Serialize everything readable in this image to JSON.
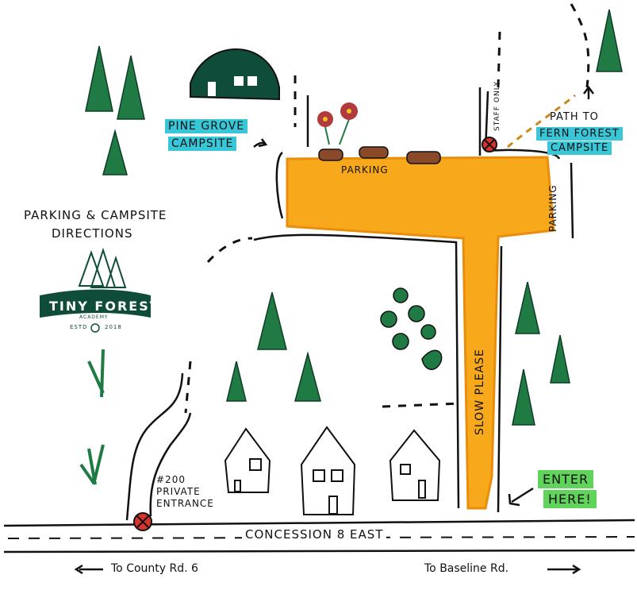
{
  "map": {
    "title_line1": "PARKING & CAMPSITE",
    "title_line2": "DIRECTIONS",
    "logo": {
      "name": "TINY FOREST",
      "sub": "ACADEMY",
      "est": "ESTD",
      "year": "2018"
    },
    "labels": {
      "pine_grove_1": "PINE GROVE",
      "pine_grove_2": "CAMPSITE",
      "fern_path_1": "PATH TO",
      "fern_path_2": "FERN FOREST",
      "fern_path_3": "CAMPSITE",
      "staff_only": "STAFF ONLY",
      "parking_top": "PARKING",
      "parking_right": "PARKING",
      "slow_please": "SLOW PLEASE",
      "private_1": "#200",
      "private_2": "PRIVATE",
      "private_3": "ENTRANCE",
      "enter_1": "ENTER",
      "enter_2": "HERE!",
      "road": "CONCESSION 8 EAST",
      "to_county": "To County Rd. 6",
      "to_baseline": "To Baseline Rd."
    },
    "colors": {
      "road_fill": "#f7a81b",
      "pine": "#1f7a44",
      "dark_green": "#0f4d3a",
      "highlight_blue": "#39c7d8",
      "highlight_green": "#5fd35a",
      "no_entry": "#d9342b"
    }
  }
}
